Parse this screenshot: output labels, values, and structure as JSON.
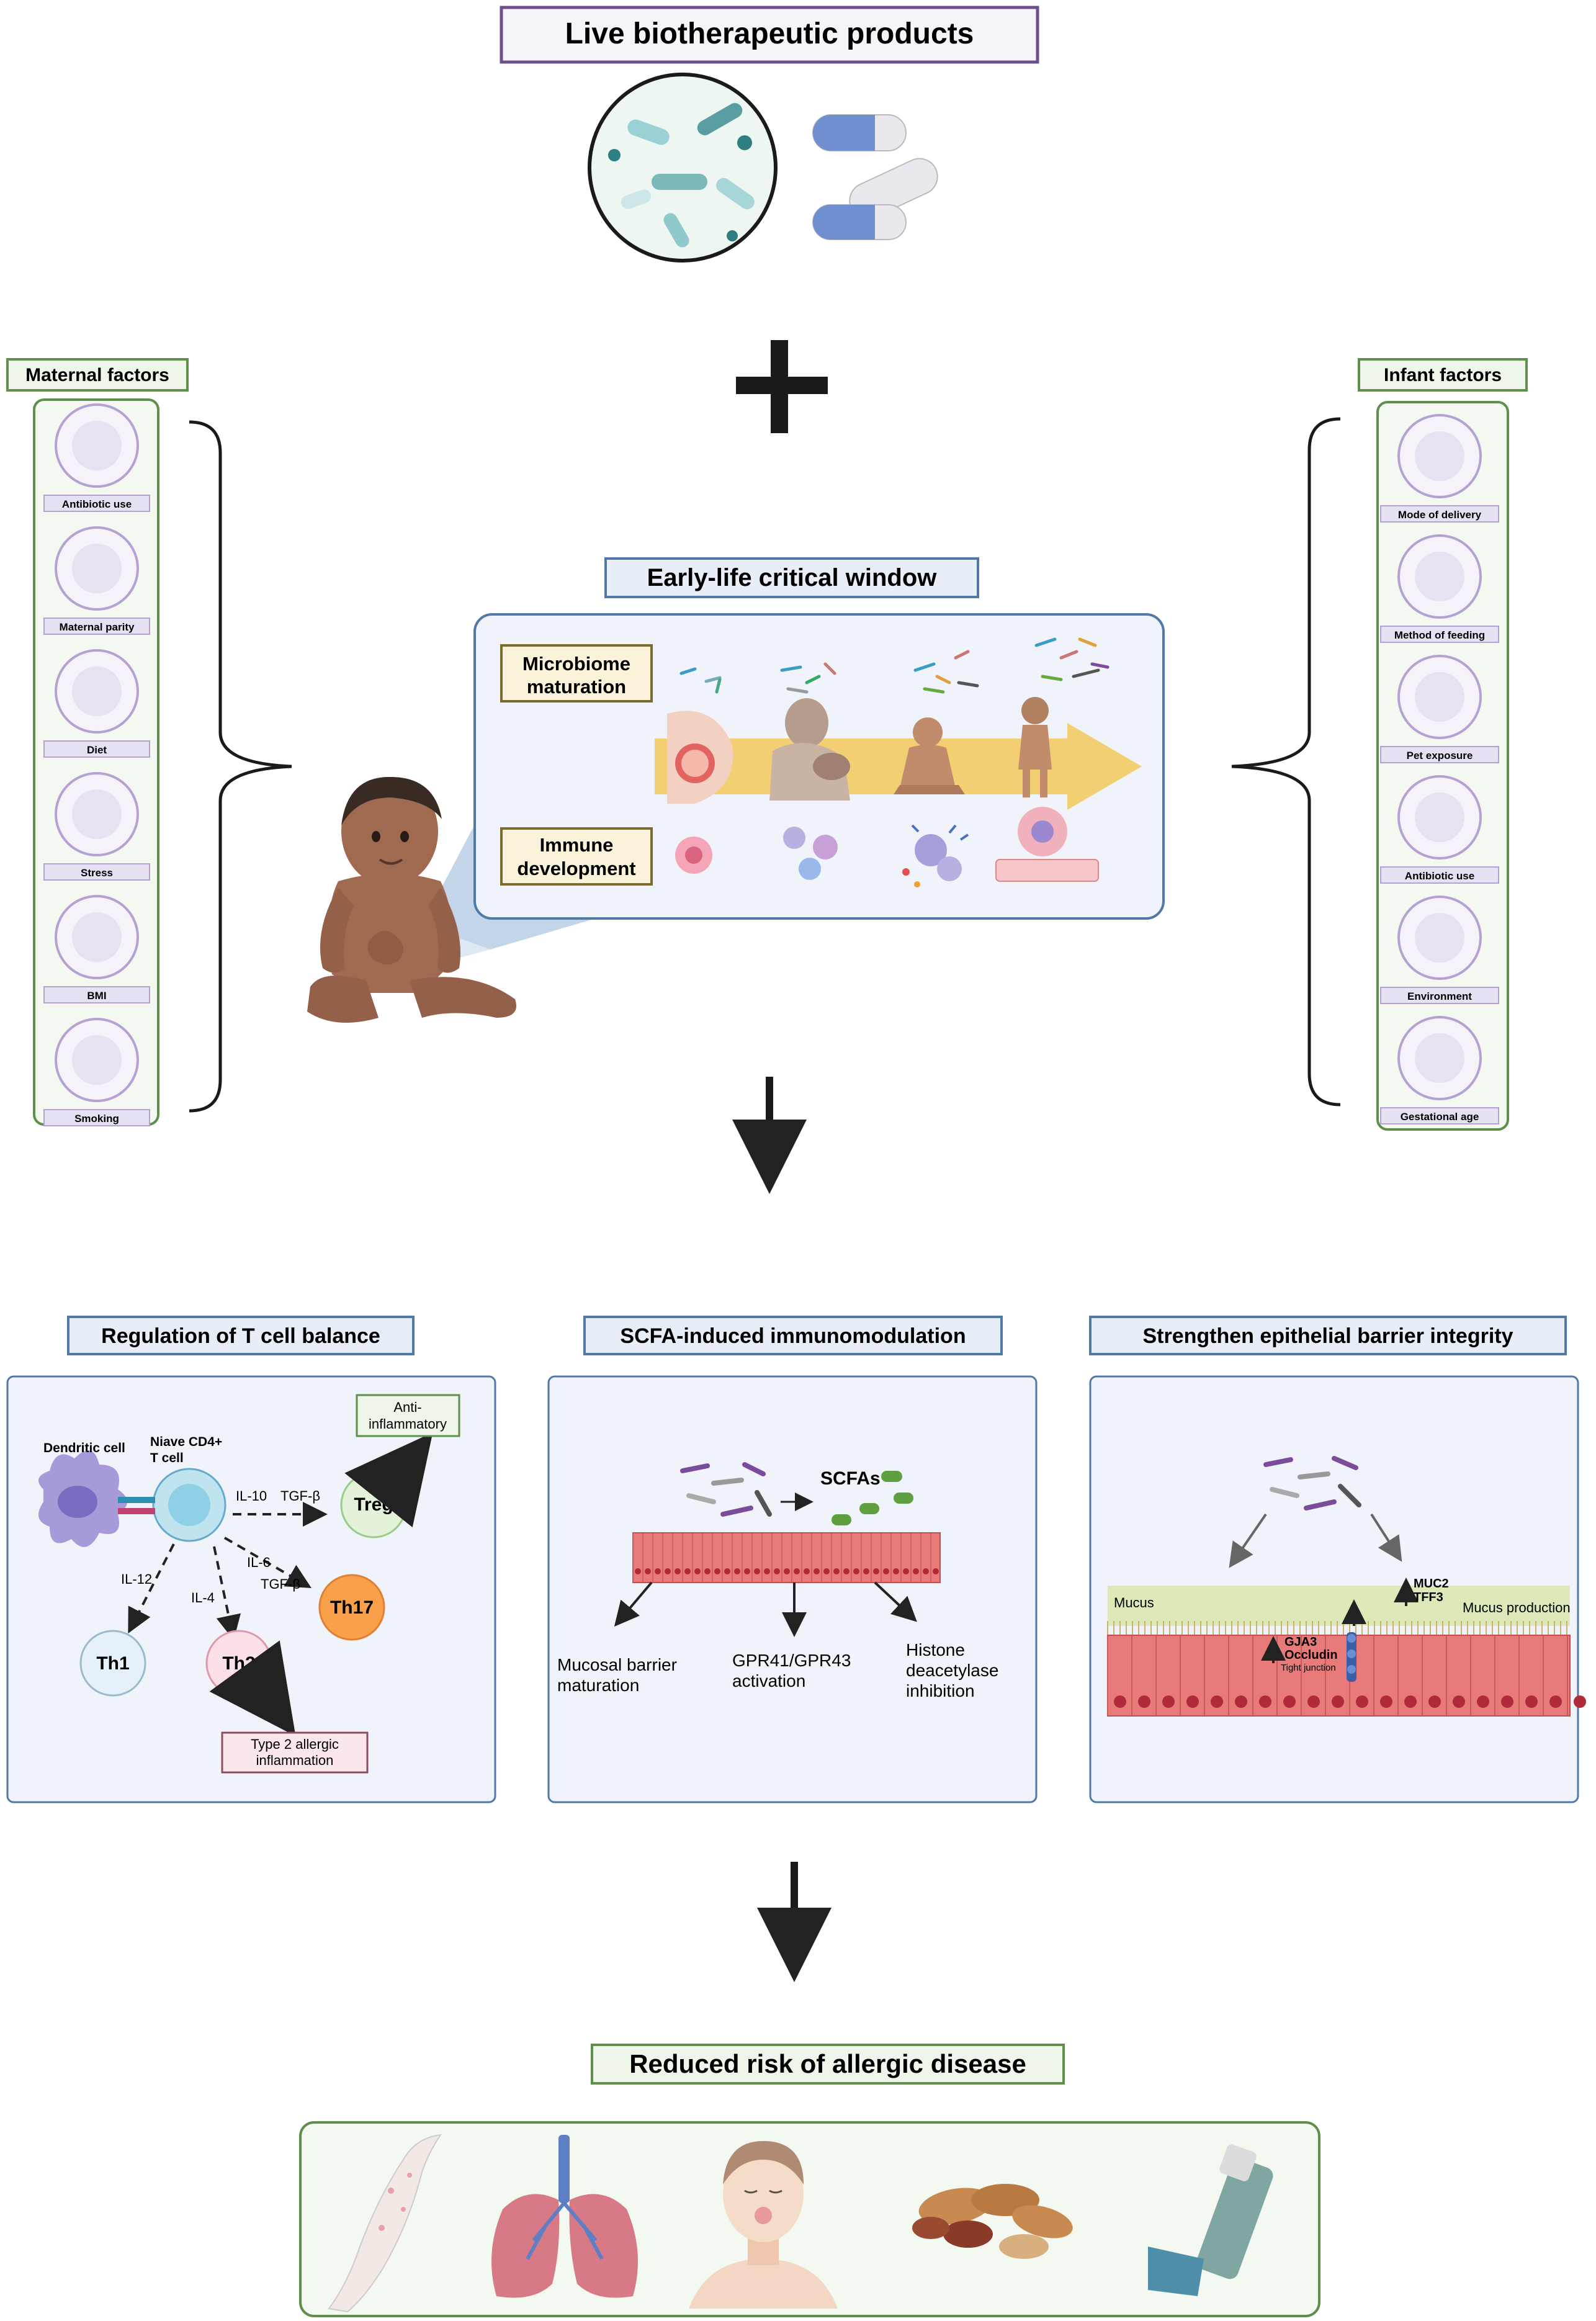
{
  "top": {
    "title": "Live biotherapeutic products"
  },
  "maternal": {
    "header": "Maternal factors",
    "items": [
      "Antibiotic use",
      "Maternal parity",
      "Diet",
      "Stress",
      "BMI",
      "Smoking"
    ]
  },
  "infant": {
    "header": "Infant factors",
    "items": [
      "Mode of delivery",
      "Method of feeding",
      "Pet exposure",
      "Antibiotic use",
      "Environment",
      "Gestational age"
    ]
  },
  "window": {
    "title": "Early-life critical window",
    "microbiome": [
      "Microbiome",
      "maturation"
    ],
    "immune": [
      "Immune",
      "development"
    ]
  },
  "tcell": {
    "title": "Regulation of T cell balance",
    "dendritic": "Dendritic cell",
    "naive": [
      "Niave CD4+",
      "T cell"
    ],
    "il10": "IL-10",
    "tgfb1": "TGF-β",
    "il12": "IL-12",
    "il4": "IL-4",
    "il6": "IL-6",
    "tgfb2": "TGF-β",
    "treg": "Treg",
    "th1": "Th1",
    "th2": "Th2",
    "th17": "Th17",
    "anti": [
      "Anti-",
      "inflammatory"
    ],
    "type2": [
      "Type 2 allergic",
      "inflammation"
    ]
  },
  "scfa": {
    "title": "SCFA-induced immunomodulation",
    "label": "SCFAs",
    "out1": [
      "Mucosal barrier",
      "maturation"
    ],
    "out2": [
      "GPR41/GPR43",
      "activation"
    ],
    "out3": [
      "Histone",
      "deacetylase",
      "inhibition"
    ]
  },
  "barrier": {
    "title": "Strengthen epithelial barrier integrity",
    "mucus": "Mucus",
    "mucus_prod": "Mucus production",
    "muc2": "MUC2",
    "tff3": "TFF3",
    "gja3": "GJA3",
    "occludin": "Occludin",
    "tight": "Tight junction"
  },
  "bottom": {
    "title": "Reduced risk of allergic disease"
  },
  "colors": {
    "purple_border": "#6e4f8c",
    "green_border": "#5e8f4b",
    "blue_border": "#5079a8",
    "tan_border": "#7a6a2e",
    "panel_fill": "#f0f3f9",
    "arrow": "#ffd26a"
  },
  "icons": {
    "maternal": [
      "capsule-icon",
      "pregnancy-icon",
      "food-icon",
      "stress-brain-icon",
      "body-icon",
      "cigarette-icon"
    ],
    "infant": [
      "birth-icon",
      "feeding-bottle-icon",
      "dog-icon",
      "capsule-icon",
      "factory-icon",
      "fetus-calendar-icon"
    ],
    "diseases": [
      "eczema-arm-icon",
      "lungs-icon",
      "rhinitis-face-icon",
      "peanuts-icon",
      "inhaler-icon"
    ]
  }
}
